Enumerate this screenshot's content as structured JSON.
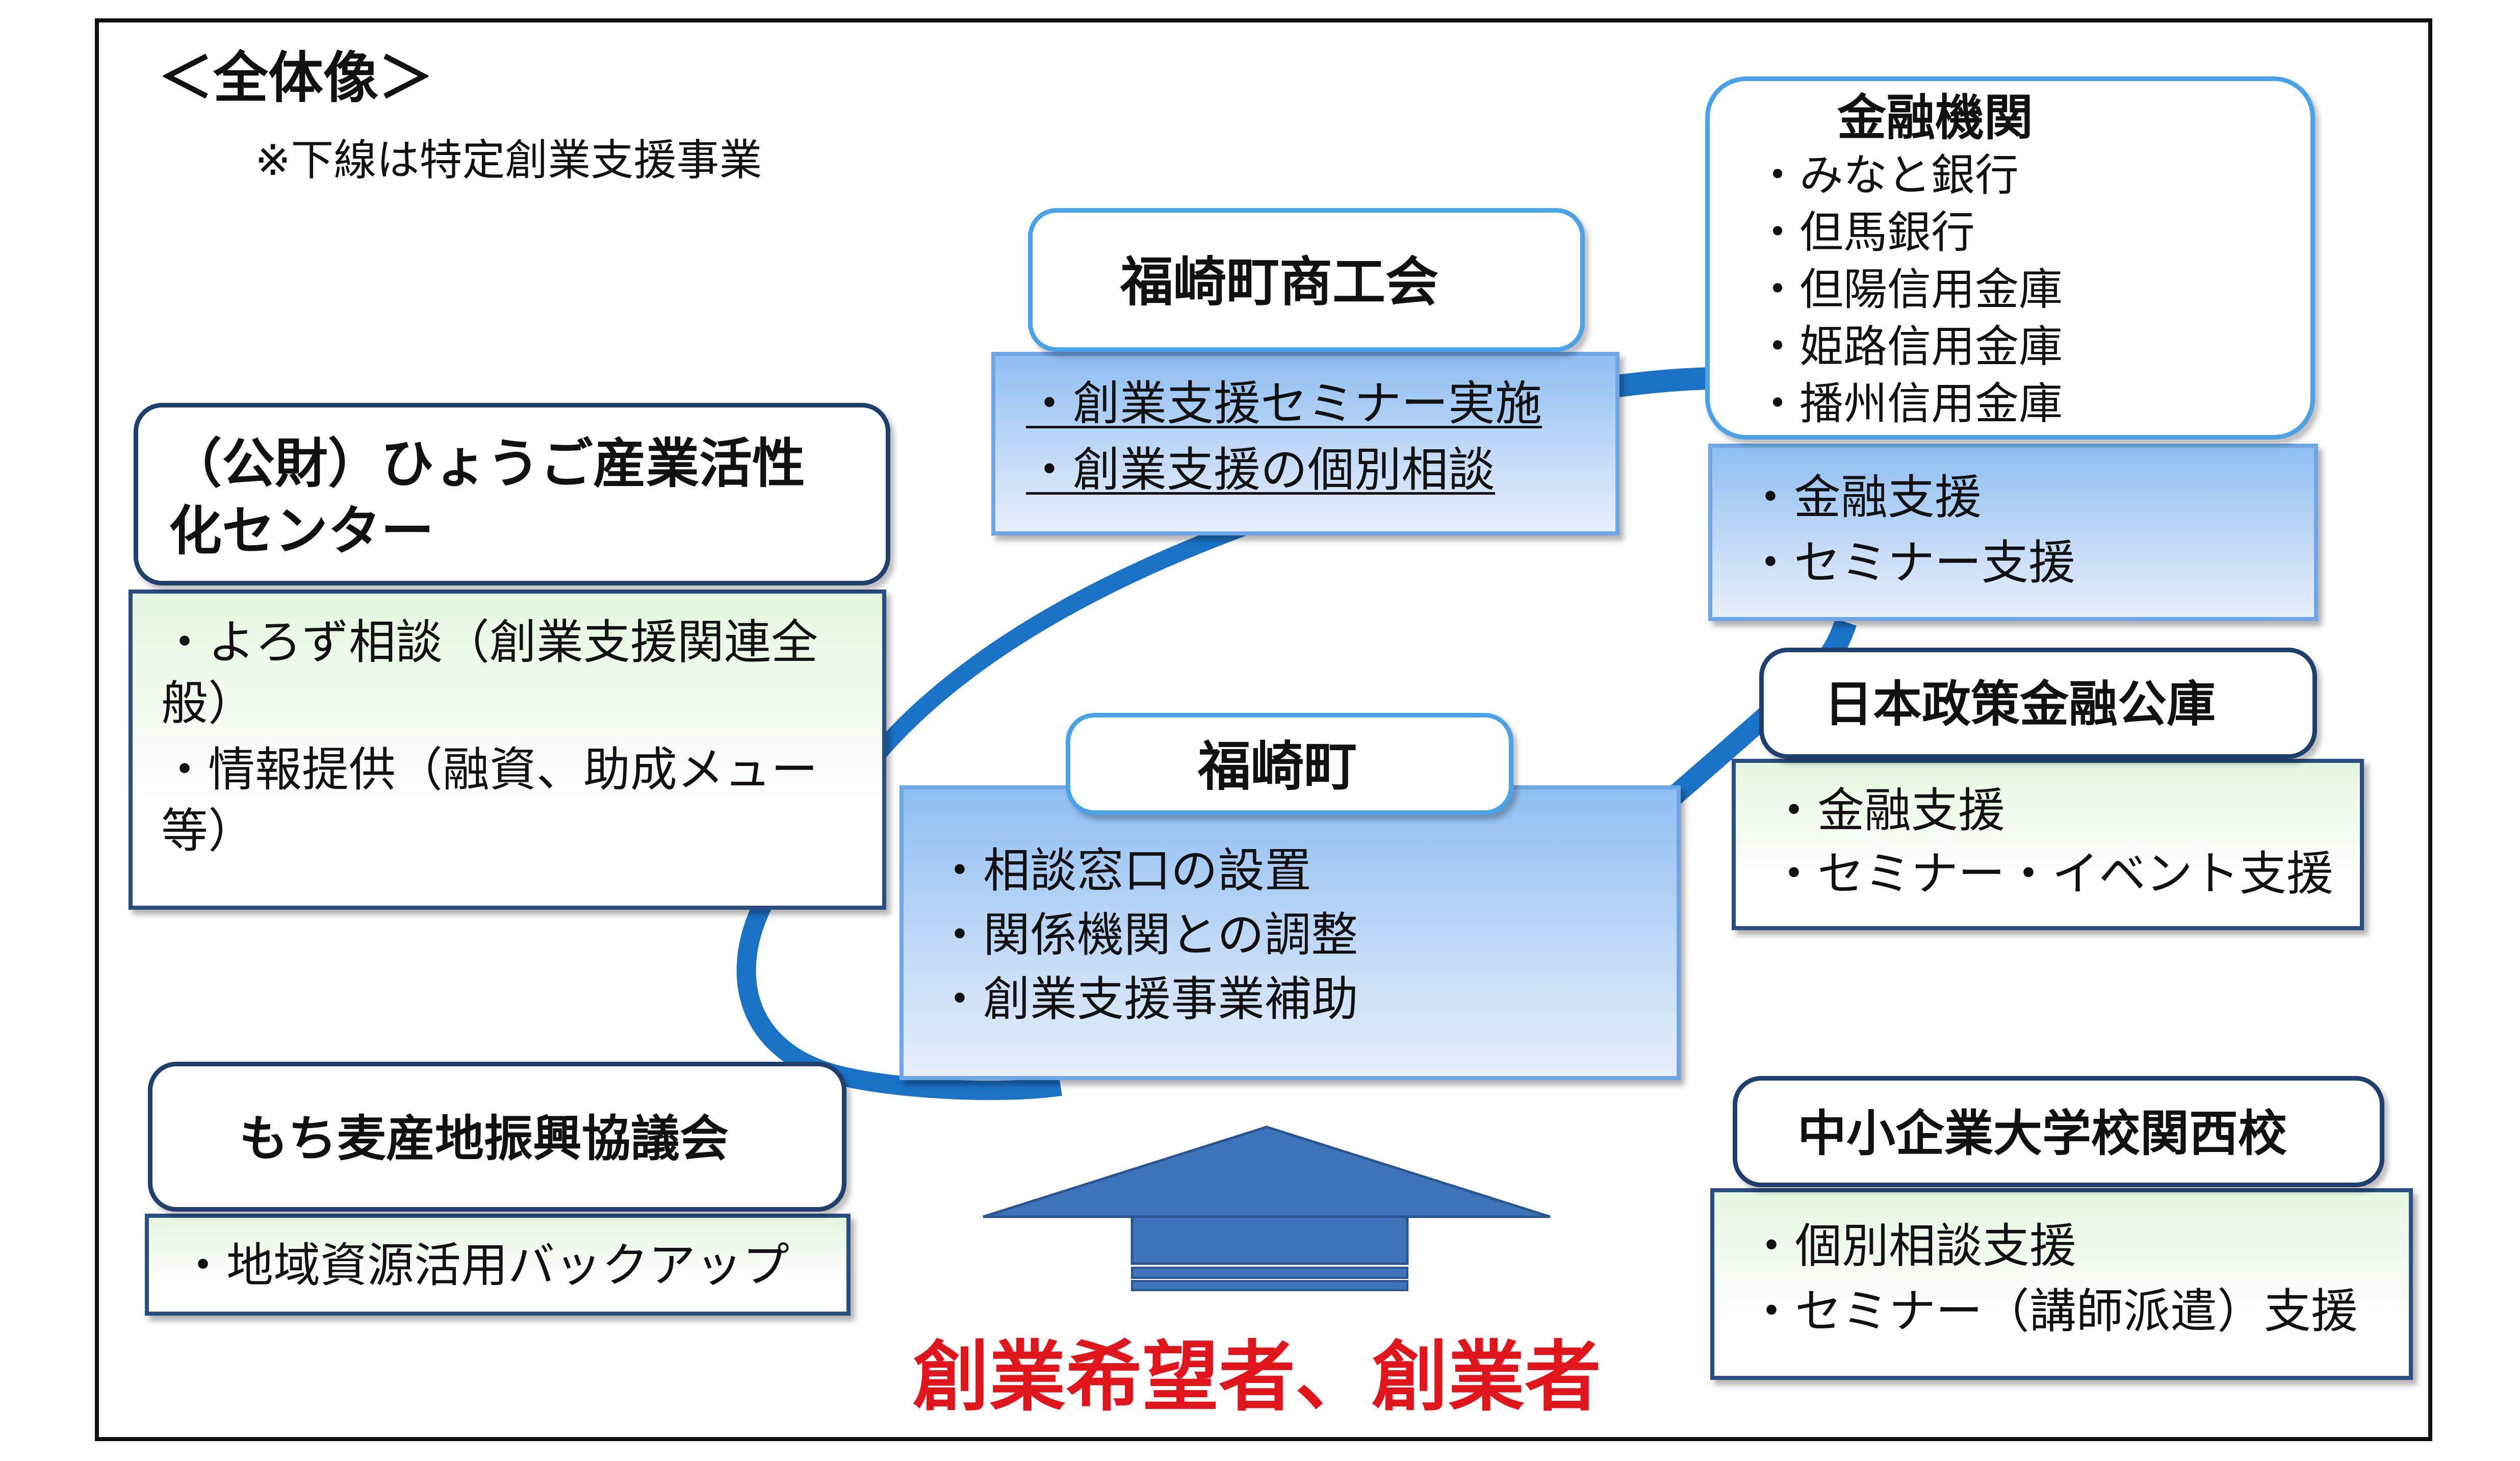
{
  "heading": "＜全体像＞",
  "note": "※下線は特定創業支援事業",
  "shoko": {
    "title": "福崎町商工会",
    "items": [
      "・創業支援セミナー実施",
      "・創業支援の個別相談"
    ]
  },
  "hyogo": {
    "title_line1": "（公財）ひょうご産業活性",
    "title_line2": "化センター",
    "items": [
      "・よろず相談（創業支援関連全",
      "般）",
      "・情報提供（融資、助成メュー",
      "等）"
    ]
  },
  "town": {
    "title": "福崎町",
    "items": [
      "・相談窓口の設置",
      "・関係機関との調整",
      "・創業支援事業補助"
    ]
  },
  "bank": {
    "title": "金融機関",
    "members": [
      "・みなと銀行",
      "・但馬銀行",
      "・但陽信用金庫",
      "・姫路信用金庫",
      "・播州信用金庫"
    ],
    "items": [
      "・金融支援",
      "・セミナー支援"
    ]
  },
  "jfc": {
    "title": "日本政策金融公庫",
    "items": [
      "・金融支援",
      "・セミナー・イベント支援"
    ]
  },
  "mochi": {
    "title": "もち麦産地振興協議会",
    "items": [
      "・地域資源活用バックアップ"
    ]
  },
  "smrj": {
    "title": "中小企業大学校関西校",
    "items": [
      "・個別相談支援",
      "・セミナー（講師派遣）支援"
    ]
  },
  "target": "創業希望者、創業者",
  "colors": {
    "connector": "#1a73c6",
    "arrow": "#3d73b8",
    "target_text": "#e0161c",
    "box_border": "#1f3f6e"
  }
}
